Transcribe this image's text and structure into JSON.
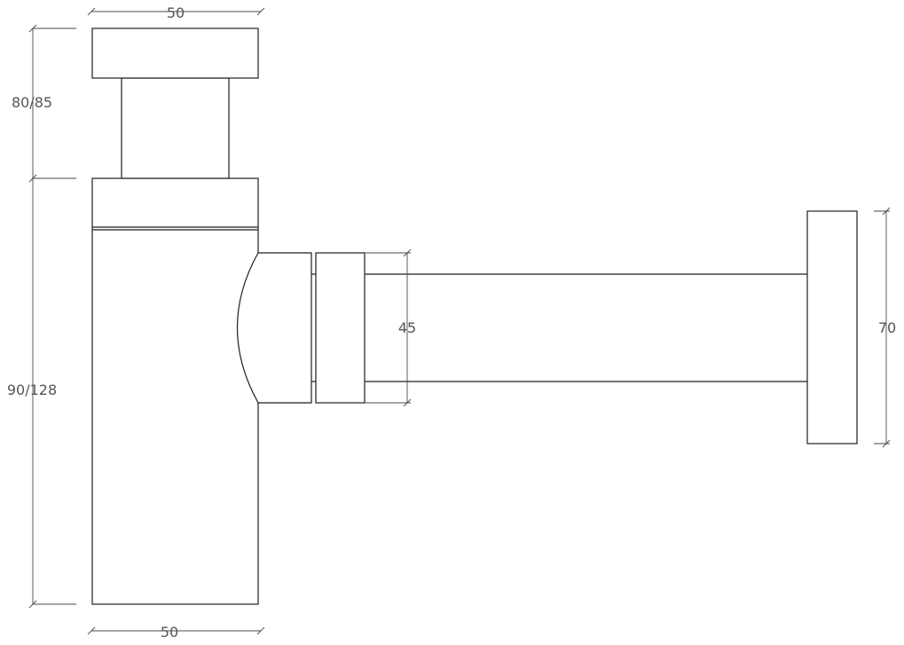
{
  "dimensions": {
    "top_width": "50",
    "upper_height": "80/85",
    "lower_height": "90/128",
    "bottom_width": "50",
    "pipe_diameter": "45",
    "flange_height": "70"
  },
  "colors": {
    "line": "#1f1f1f",
    "dimension_line": "#4a4a4a",
    "dimension_text": "#555555",
    "background": "#ffffff"
  }
}
